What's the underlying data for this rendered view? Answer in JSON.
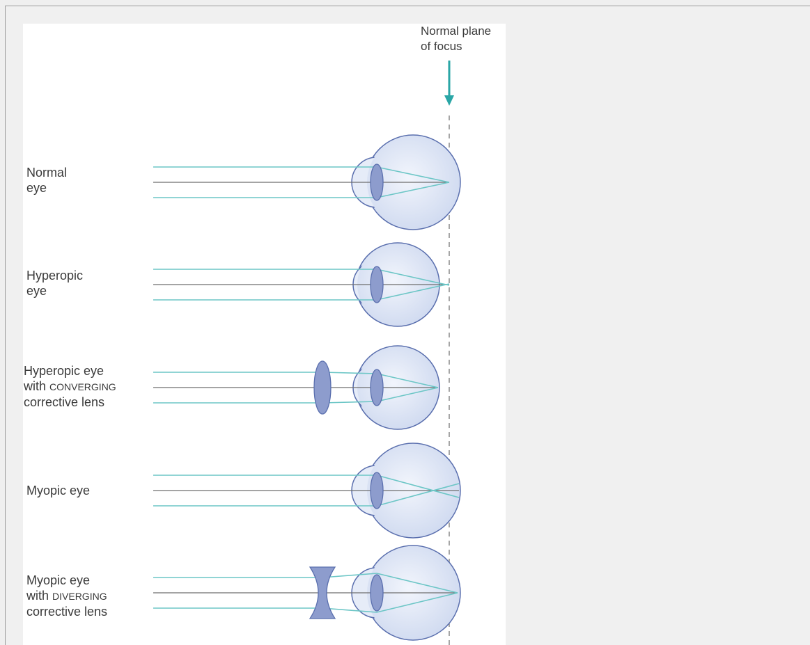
{
  "focus_label": {
    "line1": "Normal plane",
    "line2": "of focus"
  },
  "rows": [
    {
      "id": "normal",
      "line1": "Normal",
      "line2": "eye",
      "line3": ""
    },
    {
      "id": "hyperopic",
      "line1": "Hyperopic",
      "line2": "eye",
      "line3": ""
    },
    {
      "id": "hyperopic-corrected",
      "line1": "Hyperopic eye",
      "line2_pre": "with ",
      "line2_sc": "CONVERGING",
      "line3": "corrective lens"
    },
    {
      "id": "myopic",
      "line1": "Myopic eye",
      "line2": "",
      "line3": ""
    },
    {
      "id": "myopic-corrected",
      "line1": "Myopic eye",
      "line2_pre": "with ",
      "line2_sc": "DIVERGING",
      "line3": "corrective lens"
    }
  ],
  "colors": {
    "ray_teal": "#6cc6c6",
    "ray_gray": "#6e6e6e",
    "arrow_teal": "#2aa6a6",
    "eye_fill": "#e3eaf7",
    "eye_stroke": "#5a6fae",
    "lens_fill": "#8d9ccd",
    "dash": "#777777"
  }
}
